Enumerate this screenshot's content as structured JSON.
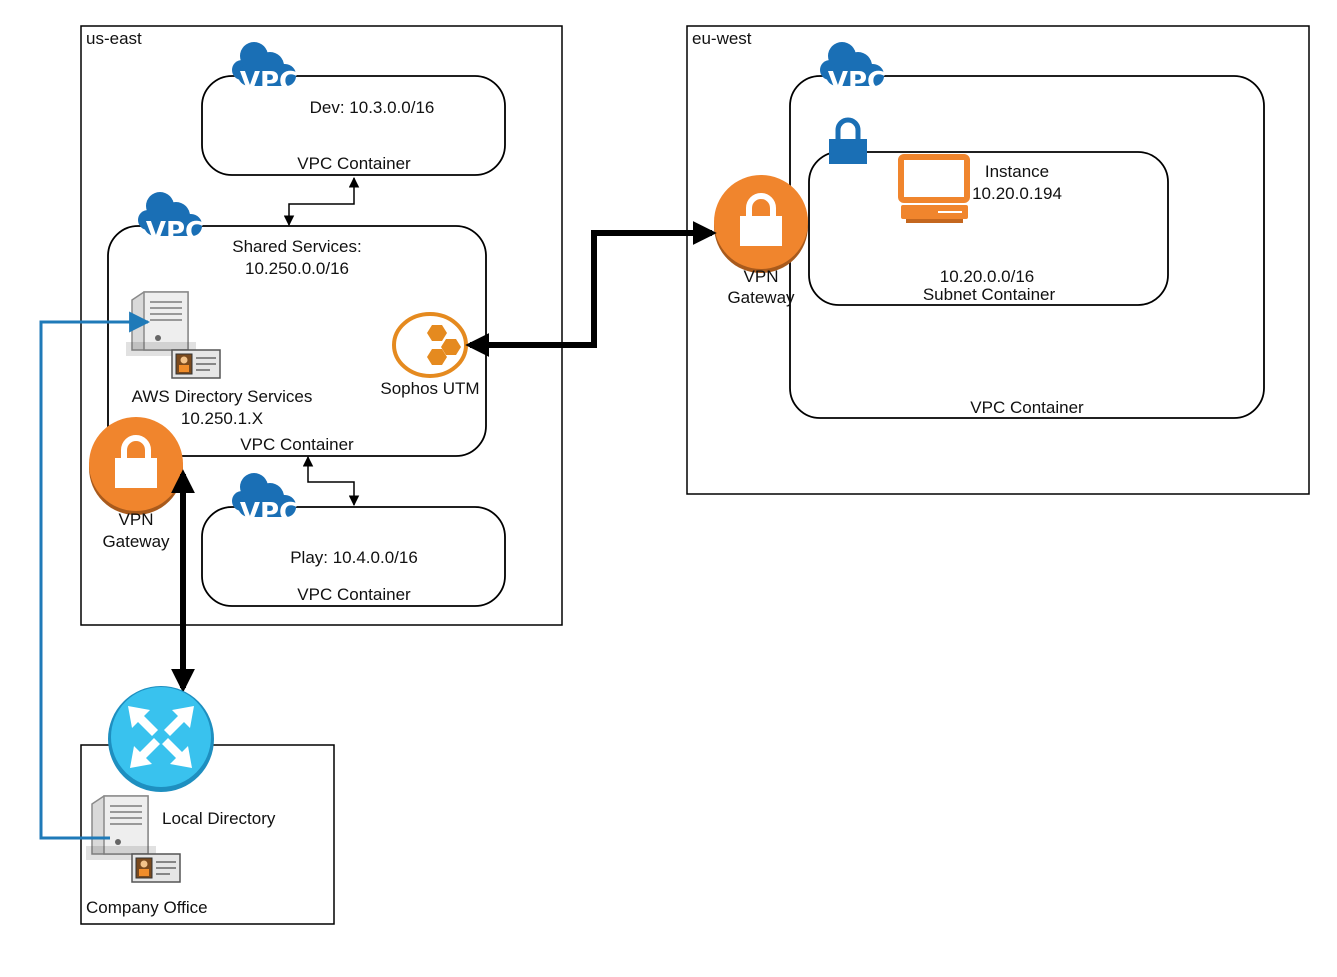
{
  "regions": {
    "us_east": "us-east",
    "eu_west": "eu-west",
    "company_office": "Company Office"
  },
  "vpc_badge": "VPC",
  "dev_vpc": {
    "name": "Dev: 10.3.0.0/16",
    "container": "VPC Container"
  },
  "shared_vpc": {
    "name_line1": "Shared Services:",
    "name_line2": "10.250.0.0/16",
    "container": "VPC Container"
  },
  "play_vpc": {
    "name": "Play: 10.4.0.0/16",
    "container": "VPC Container"
  },
  "aws_directory": {
    "line1": "AWS Directory Services",
    "line2": "10.250.1.X"
  },
  "sophos": {
    "label": "Sophos UTM"
  },
  "vpn_us": {
    "line1": "VPN",
    "line2": "Gateway"
  },
  "vpn_eu": {
    "line1": "VPN",
    "line2": "Gateway"
  },
  "eu_vpc": {
    "container": "VPC Container"
  },
  "subnet": {
    "cidr": "10.20.0.0/16",
    "container": "Subnet Container"
  },
  "instance": {
    "line1": "Instance",
    "line2": "10.20.0.194"
  },
  "local_directory": {
    "label": "Local Directory"
  },
  "colors": {
    "vpc_blue": "#1a6fb5",
    "vpn_orange": "#f0852d",
    "router_cyan": "#39c2ee",
    "ldap_line": "#1f7ab8",
    "instance_orange": "#f0852d",
    "lock_blue": "#1a6fb5"
  },
  "icons": [
    "cloud-vpc-icon",
    "lock-icon",
    "server-directory-icon",
    "sophos-icon",
    "router-icon",
    "instance-icon"
  ]
}
